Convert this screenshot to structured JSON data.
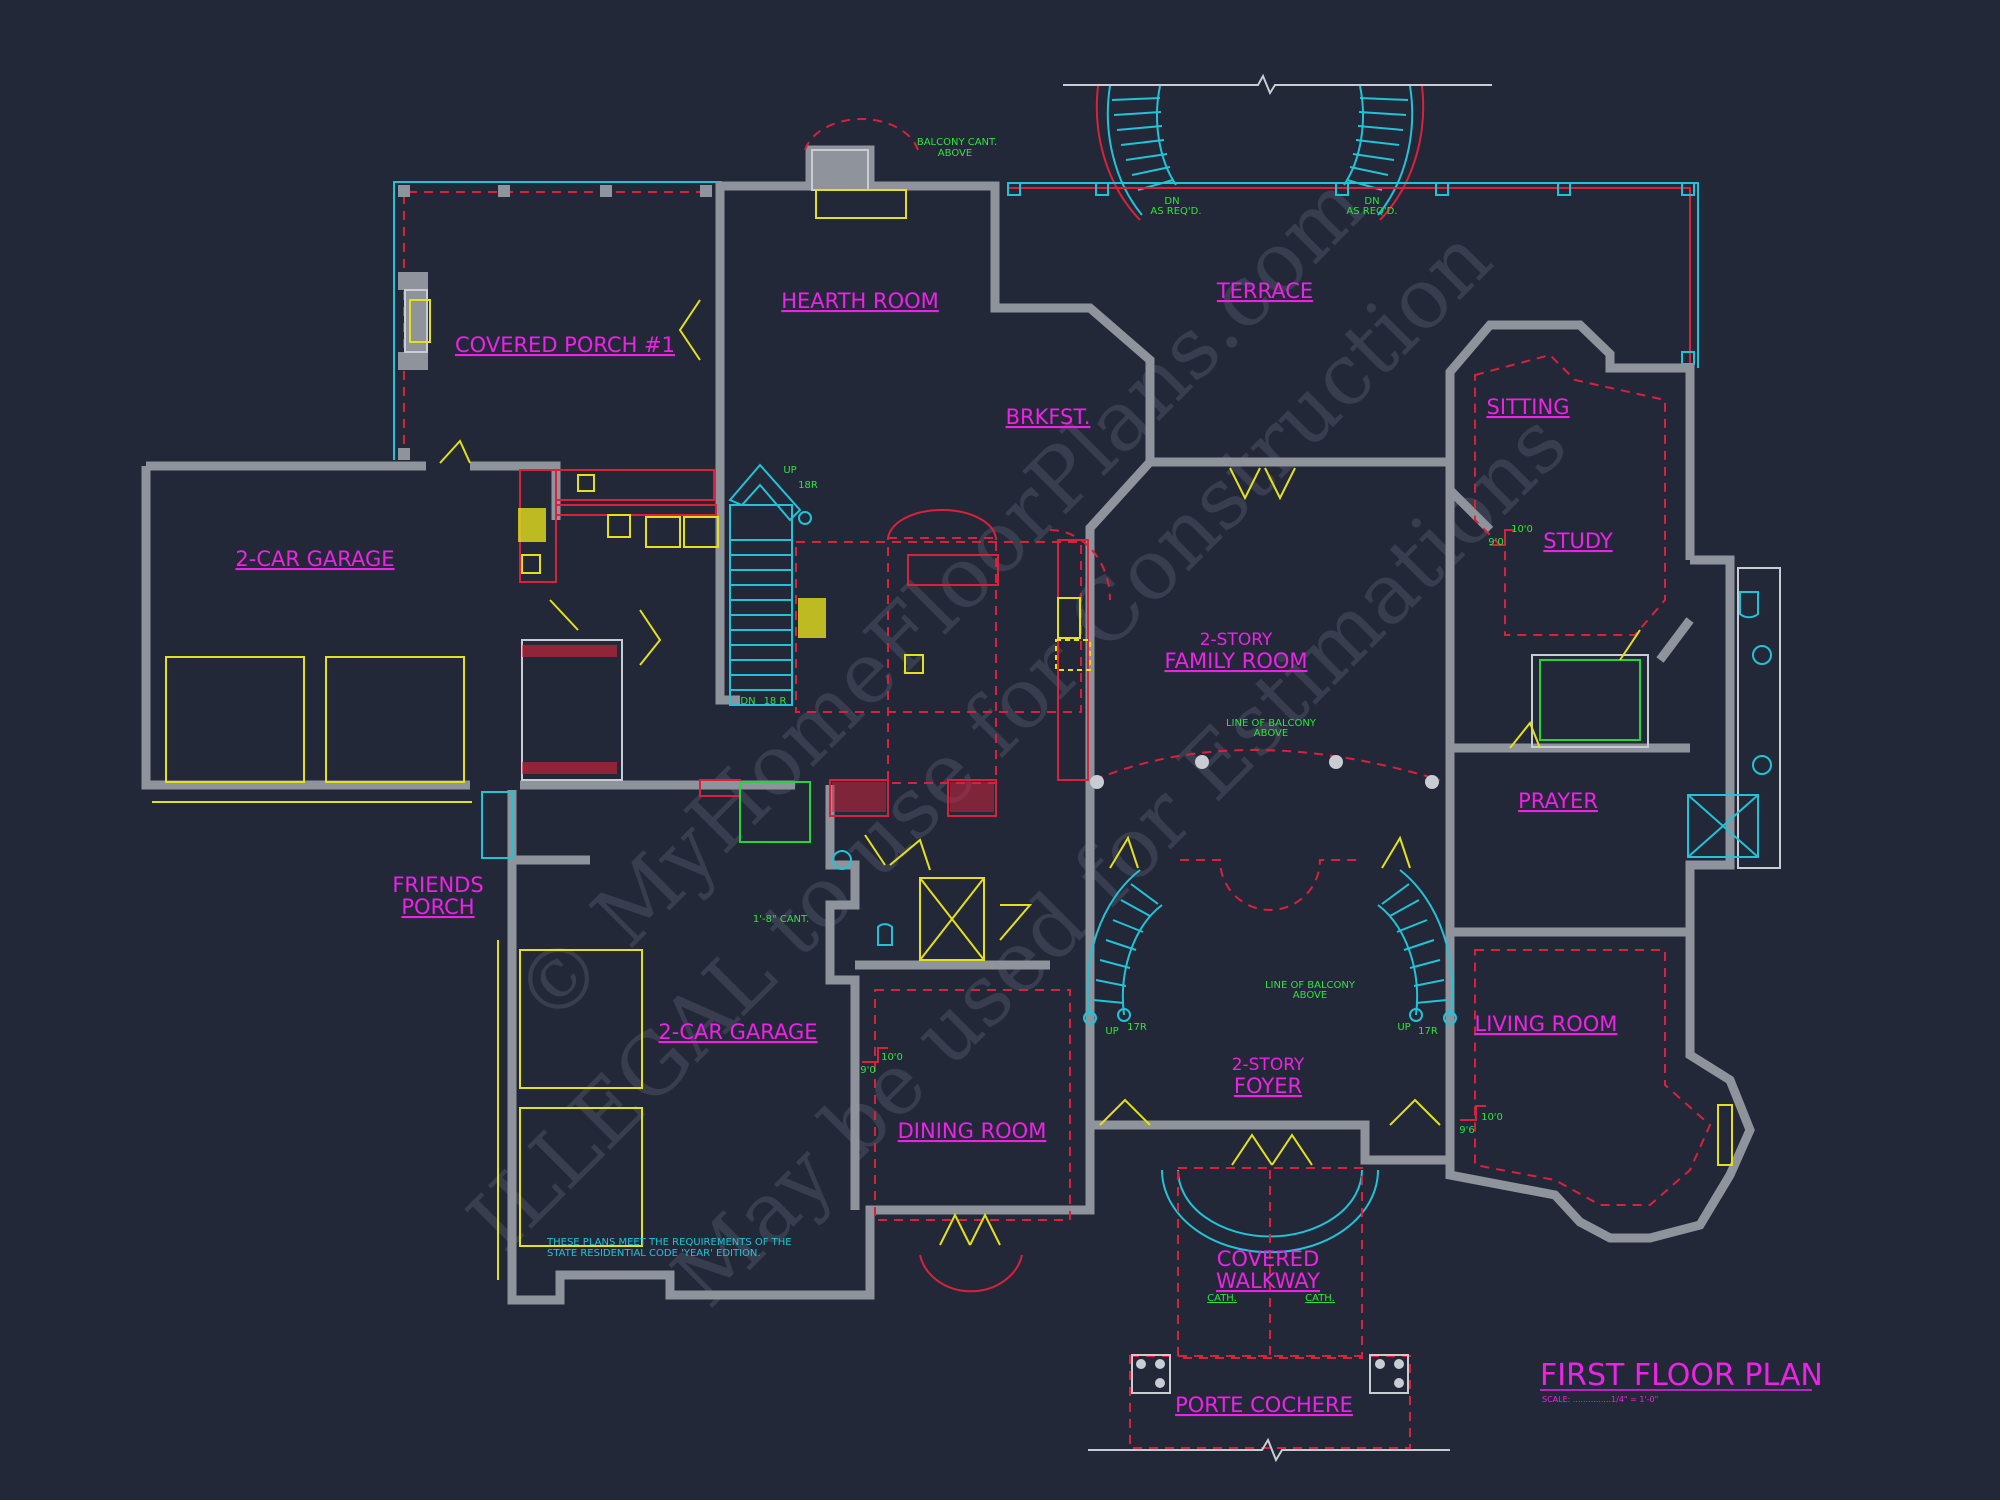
{
  "rooms": {
    "covered_porch": "COVERED PORCH #1",
    "hearth_room": "HEARTH ROOM",
    "terrace": "TERRACE",
    "brkfst": "BRKFST.",
    "sitting": "SITTING",
    "study": "STUDY",
    "garage_upper": "2-CAR GARAGE",
    "family_room_line1": "2-STORY",
    "family_room_line2": "FAMILY ROOM",
    "prayer": "PRAYER",
    "friends_porch_line1": "FRIENDS",
    "friends_porch_line2": "PORCH",
    "garage_lower": "2-CAR GARAGE",
    "living_room": "LIVING ROOM",
    "foyer_line1": "2-STORY",
    "foyer_line2": "FOYER",
    "dining_room": "DINING ROOM",
    "covered_walkway_line1": "COVERED",
    "covered_walkway_line2": "WALKWAY",
    "porte_cochere": "PORTE COCHERE"
  },
  "notes": {
    "balcony_cant_line1": "BALCONY CANT.",
    "balcony_cant_line2": "ABOVE",
    "dn_as_reqd_left_1": "DN",
    "dn_as_reqd_left_2": "AS REQ'D.",
    "dn_as_reqd_right_1": "DN",
    "dn_as_reqd_right_2": "AS REQ'D.",
    "up_18r": "UP",
    "up_18r_count": "18R",
    "dn_18r": "DN",
    "dn_18r_count": "18 R",
    "line_of_balcony_1_line1": "LINE OF BALCONY",
    "line_of_balcony_1_line2": "ABOVE",
    "line_of_balcony_2_line1": "LINE OF BALCONY",
    "line_of_balcony_2_line2": "ABOVE",
    "cant": "1'-8\" CANT.",
    "up_17r_left": "UP",
    "up_17r_left_count": "17R",
    "up_17r_right": "UP",
    "up_17r_right_count": "17R",
    "door_1010_study": "10'0",
    "door_910_study": "9'0",
    "door_1010_dining": "10'0",
    "door_910_dining": "9'0",
    "door_1010_living": "10'0",
    "door_910_living": "9'6",
    "cath_left": "CATH.",
    "cath_right": "CATH."
  },
  "code_note_line1": "THESE PLANS MEET THE REQUIREMENTS OF THE",
  "code_note_line2": "STATE RESIDENTIAL CODE 'YEAR' EDITION.",
  "plan_title": "FIRST FLOOR PLAN",
  "plan_scale": "SCALE: ...............1/4\" = 1'-0\"",
  "watermark": {
    "line1": "© MyHomeFloorPlans.com",
    "line2": "ILLEGAL to use for Construction",
    "line3": "May be used for Estimations"
  },
  "colors": {
    "background": "#232839",
    "wall": "#8f939c",
    "label": "#ee22e6",
    "note": "#2ee43b",
    "fixture": "#e4e01c",
    "stair": "#22c3d6",
    "dashed": "#d9213b"
  }
}
